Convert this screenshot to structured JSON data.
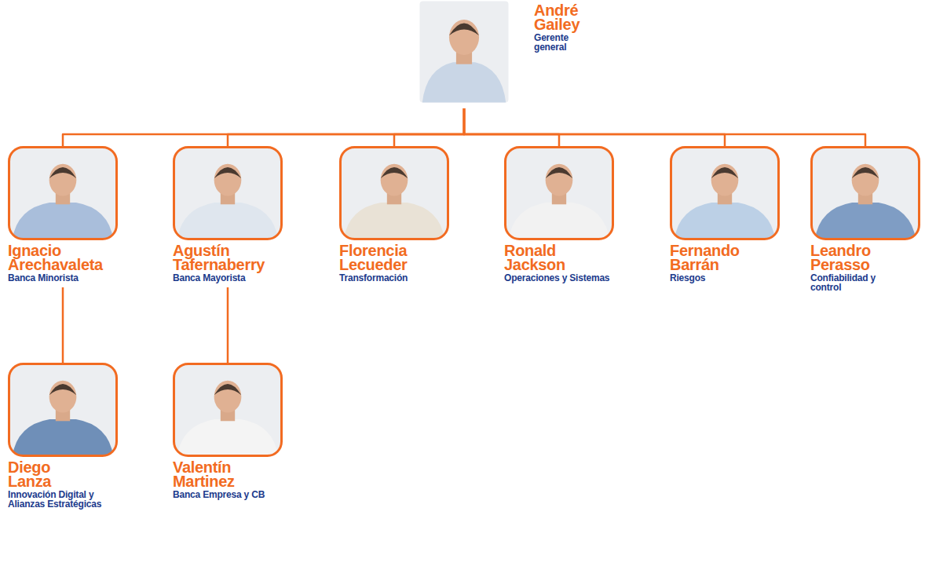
{
  "diagram": {
    "nodes": [
      {
        "text": [
          "André Gailey",
          "Gerente general"
        ]
      },
      {
        "text": [
          "Ignacio Arechavaleta",
          "Banca Minorista"
        ]
      },
      {
        "text": [
          "Agustín Tafernaberry",
          "Banca Mayorista"
        ]
      },
      {
        "text": [
          "Florencia Lecueder",
          "Transformación"
        ]
      },
      {
        "text": [
          "Ronald Jackson",
          "Operaciones y Sistemas"
        ]
      },
      {
        "text": [
          "Fernando Barrán",
          "Riesgos"
        ]
      },
      {
        "text": [
          "Leandro Perasso",
          "Confiabilidad y control"
        ]
      },
      {
        "text": [
          "Diego Lanza",
          "Innovación Digital y Alianzas Estratégicas"
        ]
      },
      {
        "text": [
          "Valentín Martinez",
          "Banca Empresa y CB"
        ]
      }
    ],
    "edges": [
      {
        "from": 0,
        "to": 1,
        "arrow": "none"
      },
      {
        "from": 0,
        "to": 2,
        "arrow": "none"
      },
      {
        "from": 0,
        "to": 3,
        "arrow": "none"
      },
      {
        "from": 0,
        "to": 4,
        "arrow": "none"
      },
      {
        "from": 0,
        "to": 5,
        "arrow": "none"
      },
      {
        "from": 0,
        "to": 6,
        "arrow": "none"
      },
      {
        "from": 1,
        "to": 7,
        "arrow": "none"
      },
      {
        "from": 2,
        "to": 8,
        "arrow": "none"
      }
    ]
  }
}
